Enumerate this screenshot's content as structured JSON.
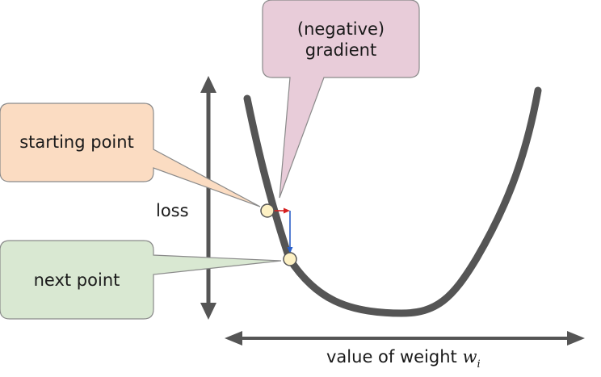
{
  "callouts": {
    "gradient": {
      "line1": "(negative)",
      "line2": "gradient",
      "fill": "#e8ccd9",
      "stroke": "#8a8a8a"
    },
    "starting_point": {
      "label": "starting point",
      "fill": "#fbdcc2",
      "stroke": "#8a8a8a"
    },
    "next_point": {
      "label": "next point",
      "fill": "#d9e8d2",
      "stroke": "#8a8a8a"
    }
  },
  "axes": {
    "y_label": "loss",
    "x_label": "value of weight",
    "x_variable": "w",
    "x_variable_subscript": "i",
    "color": "#555555"
  },
  "curve": {
    "color": "#555555"
  },
  "points": {
    "fill": "#fdf1c4",
    "stroke": "#555555"
  },
  "step_arrows": {
    "horizontal_color": "#d62020",
    "vertical_color": "#2a5fc8"
  }
}
